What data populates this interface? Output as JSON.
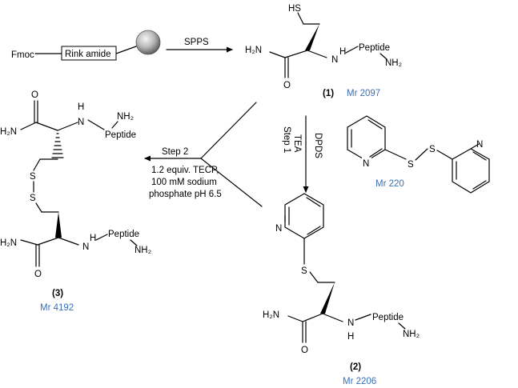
{
  "start": {
    "fmoc": "Fmoc",
    "resin_linker": "Rink amide"
  },
  "reaction1": {
    "label": "SPPS"
  },
  "compound1": {
    "thiol": "HS",
    "amide_n": "H₂N",
    "amide_o": "O",
    "nh_n": "N",
    "nh_h": "H",
    "peptide": "Peptide",
    "nh2": "NH₂",
    "id": "(1)",
    "mr": "Mr 2097"
  },
  "dpds": {
    "n_left": "N",
    "s1": "S",
    "s2": "S",
    "n_right": "N",
    "mr": "Mr 220"
  },
  "reaction_step1": {
    "reagent": "DPDS",
    "base": "TEA",
    "step": "Step 1"
  },
  "compound2": {
    "pyridine_n": "N",
    "s": "S",
    "amide_n": "H₂N",
    "amide_o": "O",
    "nh_n": "N",
    "nh_h": "H",
    "peptide": "Peptide",
    "nh2": "NH₂",
    "id": "(2)",
    "mr": "Mr 2206"
  },
  "reaction_step2": {
    "step": "Step 2",
    "cond1": "1.2 equiv. TECP,",
    "cond2": "100 mM sodium",
    "cond3": "phosphate pH 6.5"
  },
  "compound3": {
    "top_o": "O",
    "top_amide": "H₂N",
    "top_nh_h": "H",
    "top_nh_n": "N",
    "top_nh2": "NH₂",
    "top_peptide": "Peptide",
    "s1": "S",
    "s2": "S",
    "bot_amide": "H₂N",
    "bot_o": "O",
    "bot_nh_n": "N",
    "bot_nh_h": "H",
    "bot_peptide": "Peptide",
    "bot_nh2": "NH₂",
    "id": "(3)",
    "mr": "Mr 4192"
  }
}
